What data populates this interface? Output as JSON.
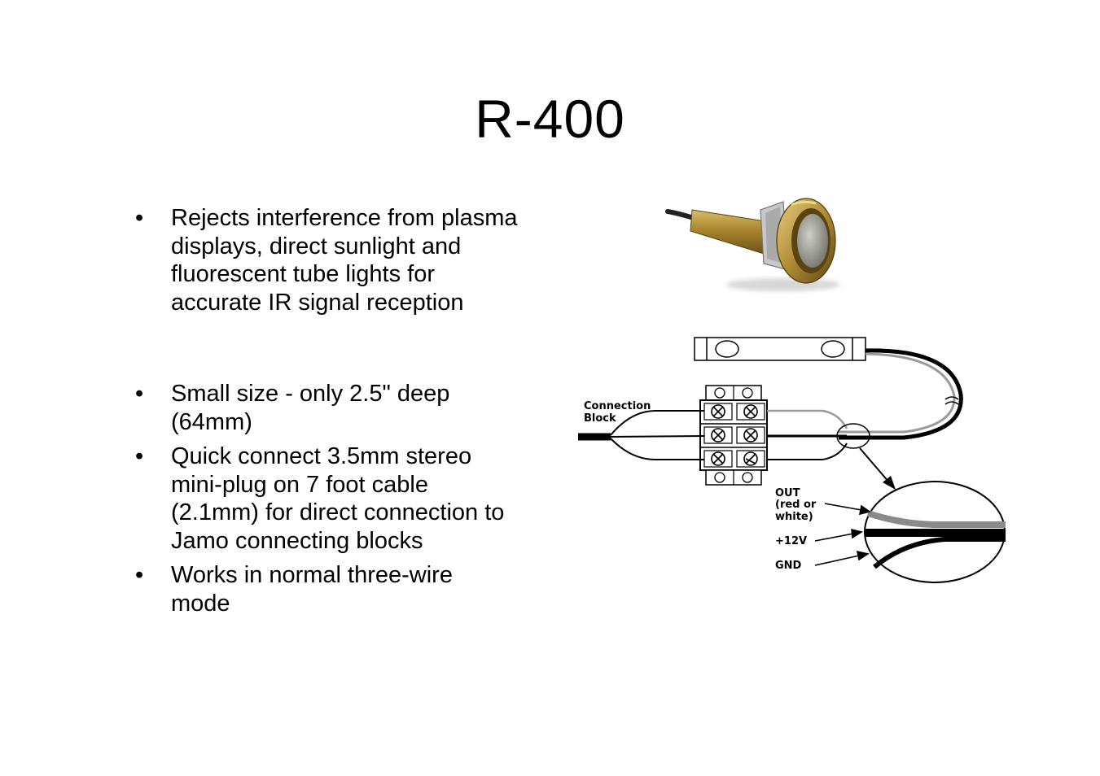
{
  "slide": {
    "title": "R-400",
    "bullets": [
      "Rejects interference from plasma displays, direct sunlight and fluorescent tube lights for accurate IR signal reception",
      "Small size - only 2.5\" deep (64mm)",
      "Quick connect 3.5mm stereo mini-plug on 7 foot cable (2.1mm) for direct connection to Jamo connecting blocks",
      "Works in normal three-wire mode"
    ],
    "bullet_glyph": "•"
  },
  "diagram": {
    "connection_block_label_1": "Connection",
    "connection_block_label_2": "Block",
    "out_label_1": "OUT",
    "out_label_2": "(red or",
    "out_label_3": "white)",
    "plus12v_label": "+12V",
    "gnd_label": "GND"
  },
  "colors": {
    "brass": "#b8943c",
    "brass_dark": "#7a5f1e",
    "wire_gray": "#8a8a8a",
    "wire_black": "#000000"
  }
}
